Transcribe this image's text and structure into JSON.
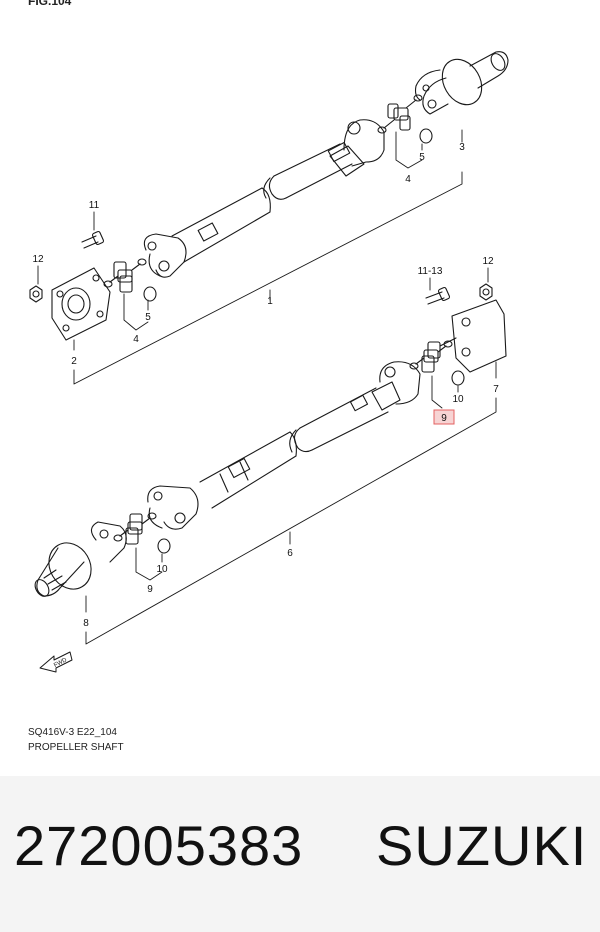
{
  "figure": {
    "label": "FIG.104"
  },
  "callouts": [
    {
      "id": "c1",
      "text": "1"
    },
    {
      "id": "c2",
      "text": "2"
    },
    {
      "id": "c3",
      "text": "3"
    },
    {
      "id": "c4a",
      "text": "4"
    },
    {
      "id": "c4b",
      "text": "4"
    },
    {
      "id": "c5a",
      "text": "5"
    },
    {
      "id": "c5b",
      "text": "5"
    },
    {
      "id": "c6",
      "text": "6"
    },
    {
      "id": "c7",
      "text": "7"
    },
    {
      "id": "c8",
      "text": "8"
    },
    {
      "id": "c9a",
      "text": "9"
    },
    {
      "id": "c9b",
      "text": "9"
    },
    {
      "id": "c10a",
      "text": "10"
    },
    {
      "id": "c10b",
      "text": "10"
    },
    {
      "id": "c11",
      "text": "11"
    },
    {
      "id": "c1113",
      "text": "11-13"
    },
    {
      "id": "c12a",
      "text": "12"
    },
    {
      "id": "c12b",
      "text": "12"
    }
  ],
  "fwd_label": "FWD",
  "caption": {
    "code": "SQ416V-3 E22_104",
    "title": "PROPELLER SHAFT"
  },
  "product": {
    "part_number": "272005383",
    "brand": "SUZUKI"
  },
  "colors": {
    "highlight": "#e36060",
    "highlight_fill": "#f7d4d4",
    "line": "#1a1a1a"
  }
}
